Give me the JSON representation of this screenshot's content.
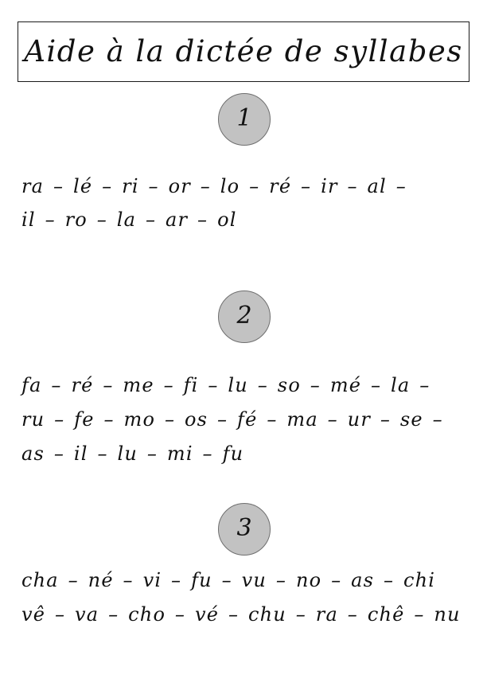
{
  "document": {
    "title": "Aide à la dictée de syllabes"
  },
  "exercises": [
    {
      "number": "1",
      "lines": [
        "ra – lé – ri – or – lo – ré – ir – al –",
        "il – ro – la – ar – ol"
      ]
    },
    {
      "number": "2",
      "lines": [
        "fa – ré – me – fi – lu – so – mé – la –",
        "ru – fe – mo – os – fé – ma – ur – se –",
        "as – il – lu – mi – fu"
      ]
    },
    {
      "number": "3",
      "lines": [
        "cha – né – vi – fu – vu – no – as – chi",
        "vê – va – cho – vé – chu – ra – chê – nu"
      ]
    }
  ],
  "colors": {
    "circle_fill": "#c2c2c2",
    "circle_border": "#6e6e6e",
    "ink": "#111111",
    "page": "#ffffff"
  }
}
